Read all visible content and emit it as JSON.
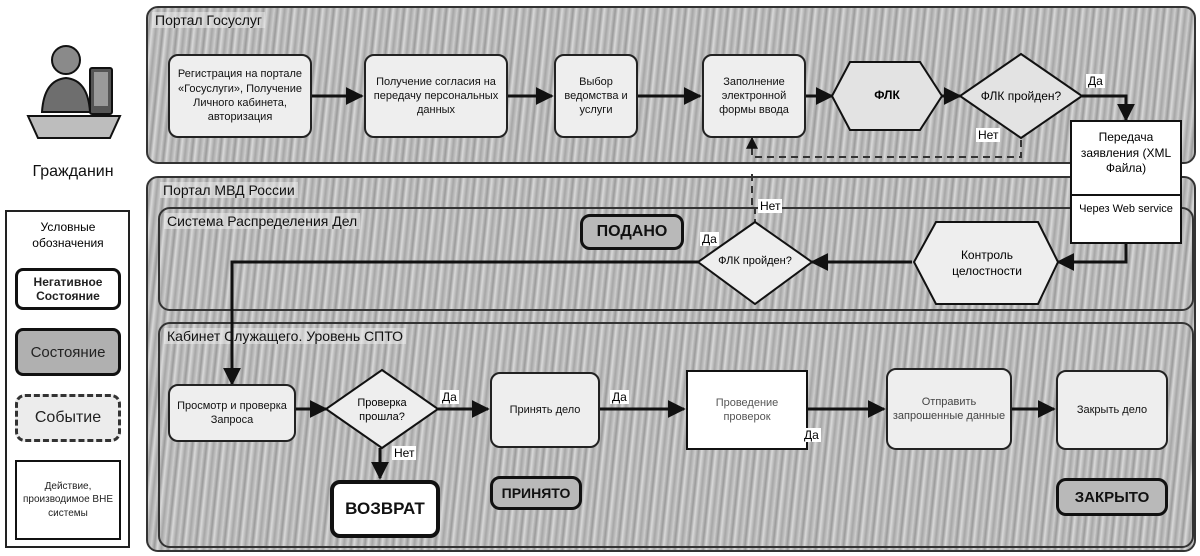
{
  "actor": {
    "label": "Гражданин",
    "icon": "citizen-at-computer-icon"
  },
  "legend": {
    "title": "Условные обозначения",
    "items": [
      "Негативное Состояние",
      "Состояние",
      "Событие",
      "Действие, производимое ВНЕ системы"
    ]
  },
  "lanes": {
    "gosuslugi": "Портал Госуслуг",
    "mvd": "Портал МВД России",
    "distribution": "Система Распределения Дел",
    "cabinet": "Кабинет Служащего. Уровень СПТО"
  },
  "nodes": {
    "registration": "Регистрация на портале «Госуслуги», Получение Личного кабинета, авторизация",
    "consent": "Получение согласия на передачу персональных данных",
    "select_service": "Выбор ведомства и услуги",
    "fill_form": "Заполнение электронной формы ввода",
    "flk": "ФЛК",
    "flk_passed_1": "ФЛК пройден?",
    "transfer": "Передача заявления (XML Файла)",
    "via_web_service": "Через Web service",
    "integrity": "Контроль целостности",
    "flk_passed_2": "ФЛК пройден?",
    "review": "Просмотр и проверка Запроса",
    "check_passed": "Проверка прошла?",
    "accept_case": "Принять дело",
    "checks": "Проведение проверок",
    "send_data": "Отправить запрошенные данные",
    "close_case": "Закрыть дело"
  },
  "states": {
    "submitted": "ПОДАНО",
    "returned": "ВОЗВРАТ",
    "accepted": "ПРИНЯТО",
    "closed": "ЗАКРЫТО"
  },
  "edge_labels": {
    "yes": "Да",
    "no": "Нет"
  }
}
